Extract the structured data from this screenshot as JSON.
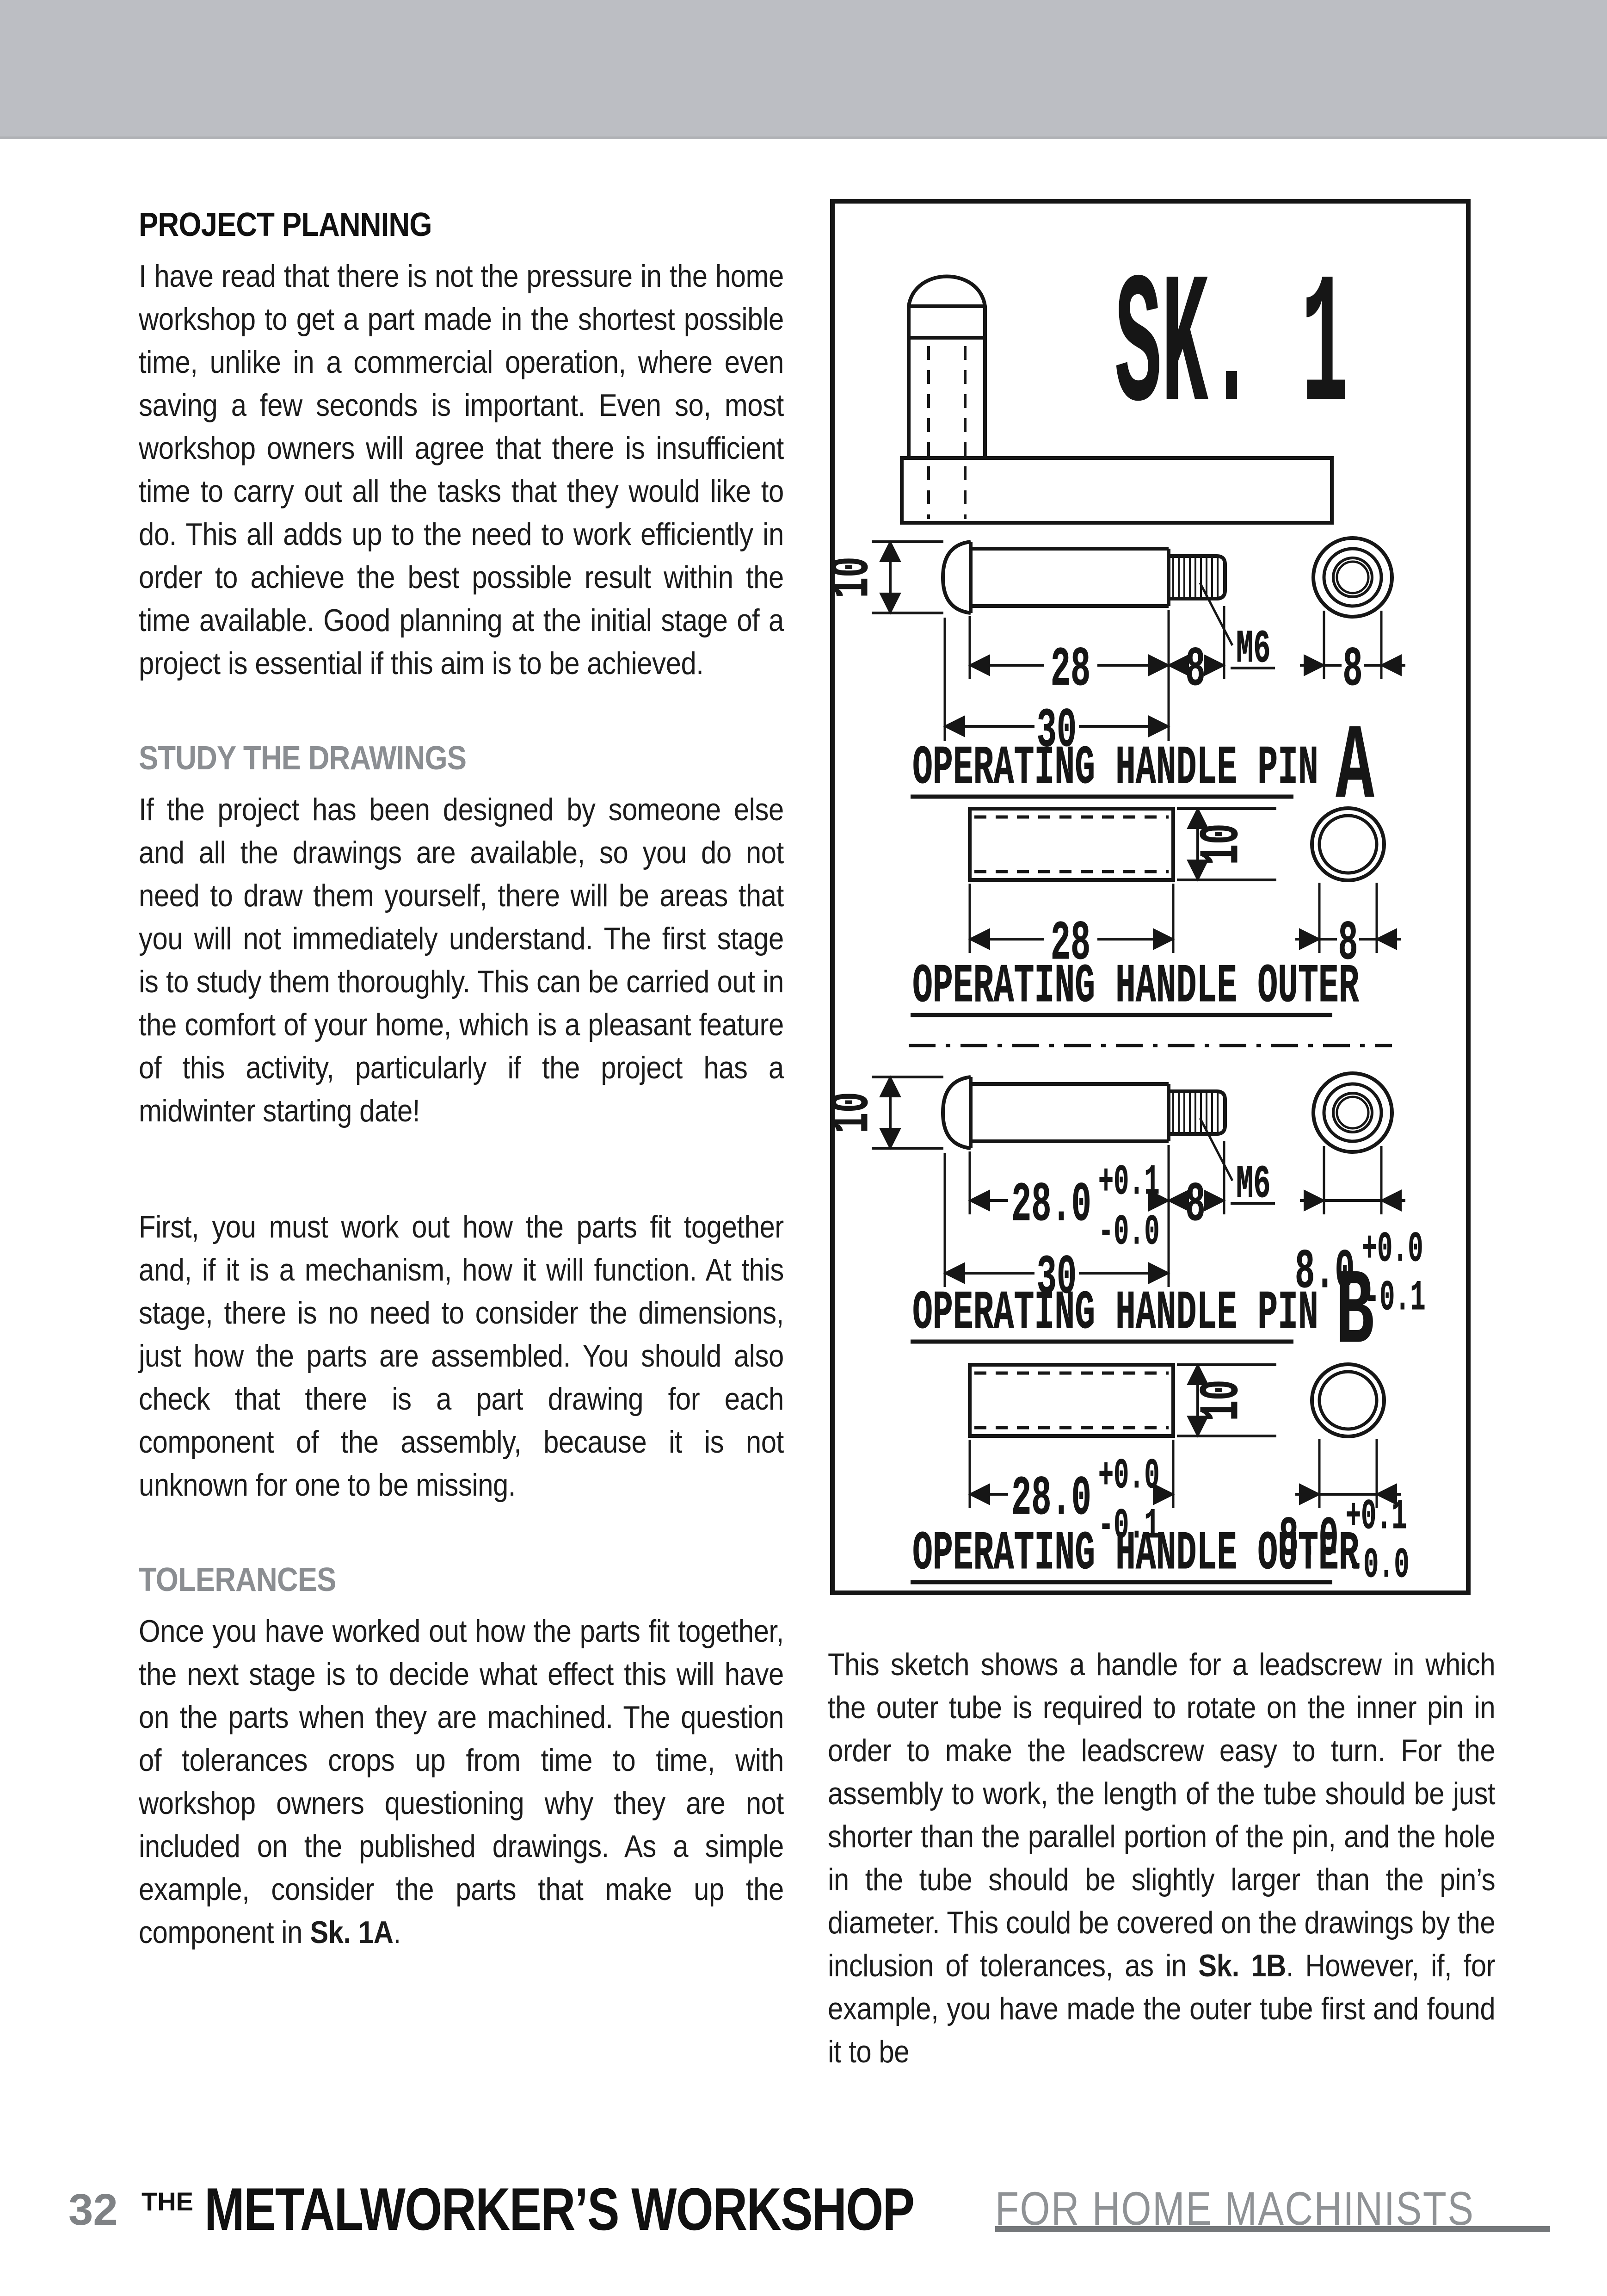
{
  "banner": {
    "color": "#bcbec3"
  },
  "article": {
    "heading1": "PROJECT PLANNING",
    "para1": "I have read that there is not the pressure in the home workshop to get a part made in the shortest possible time, unlike in a commercial operation, where even saving a few seconds is important. Even so, most workshop owners will agree that there is insufficient time to carry out all the tasks that they would like to do. This all adds up to the need to work efficiently in order to achieve the best possible result within the time available. Good planning at the initial stage of a project is essential if this aim is to be achieved.",
    "heading2": "STUDY THE DRAWINGS",
    "para2": "If the project has been designed by someone else and all the drawings are available, so you do not need to draw them yourself, there will be areas that you will not immediately understand. The first stage is to study them thoroughly. This can be carried out in the comfort of your home, which is a pleasant feature of this activity, particularly if the project has a midwinter starting date!",
    "para3": "First, you must work out how the parts fit together and, if it is a mechanism, how it will function. At this stage, there is no need to consider the dimensions, just how the parts are assembled. You should also check that there is a part drawing for each component of the assembly, because it is not unknown for one to be missing.",
    "heading3": "TOLERANCES",
    "para4_pre": "Once you have worked out how the parts fit together, the next stage is to decide what effect this will have on the parts when they are machined. The question of tolerances crops up from time to time, with workshop owners questioning why they are not included on the published drawings. As a simple example, consider the parts that make up the component in ",
    "para4_bold": "Sk. 1A",
    "para4_post": ".",
    "right_pre": "This sketch shows a handle for a leadscrew in which the outer tube is required to rotate on the inner pin in order to make the leadscrew easy to turn. For the assembly to work, the length of the tube should be just shorter than the parallel portion of the pin, and the hole in the tube should be slightly larger than the pin’s diameter. This could be covered on the drawings by the inclusion of tolerances, as in ",
    "right_bold": "Sk. 1B",
    "right_post": ". However, if, for example, you have made the outer tube first and found it to be"
  },
  "diagram": {
    "title": "SK. 1",
    "labels": {
      "pin": "OPERATING HANDLE PIN",
      "outer": "OPERATING HANDLE OUTER",
      "variant_a": "A",
      "variant_b": "B",
      "thread": "M6"
    },
    "dims": {
      "d10": "10",
      "d28": "28",
      "d8": "8",
      "d30": "30",
      "d28_0": "28.0",
      "d8_0": "8.0",
      "tol_plus_01": "+0.1",
      "tol_minus_00": "-0.0",
      "tol_plus_00": "+0.0",
      "tol_minus_01": "-0.1"
    }
  },
  "footer": {
    "page_number": "32",
    "brand_prefix": "THE",
    "brand_title": "METALWORKER’S WORKSHOP",
    "brand_suffix": "FOR HOME MACHINISTS"
  }
}
